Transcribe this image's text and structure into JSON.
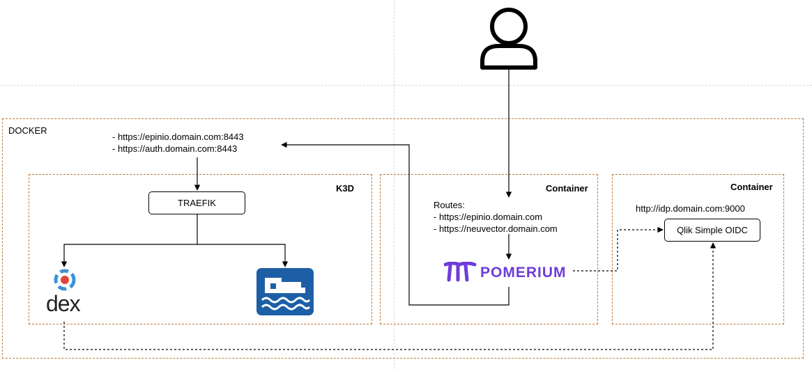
{
  "docker": {
    "label": "DOCKER"
  },
  "k3d": {
    "label": "K3D",
    "traefik_label": "TRAEFIK",
    "dex_logo_text": "dex"
  },
  "urls": {
    "line1": "- https://epinio.domain.com:8443",
    "line2": "- https://auth.domain.com:8443"
  },
  "pomerium_container": {
    "label": "Container",
    "routes_title": "Routes:",
    "route1": "- https://epinio.domain.com",
    "route2": "- https://neuvector.domain.com",
    "logo_text": "POMERIUM"
  },
  "idp_container": {
    "label": "Container",
    "idp_url": "http://idp.domain.com:9000",
    "oidc_label": "Qlik Simple OIDC"
  },
  "colors": {
    "frame": "#c0783a",
    "pomerium": "#6e3cdb",
    "neuvector": "#1d5fa6",
    "dex_blue": "#3b93d8",
    "dex_red": "#e2453c"
  }
}
